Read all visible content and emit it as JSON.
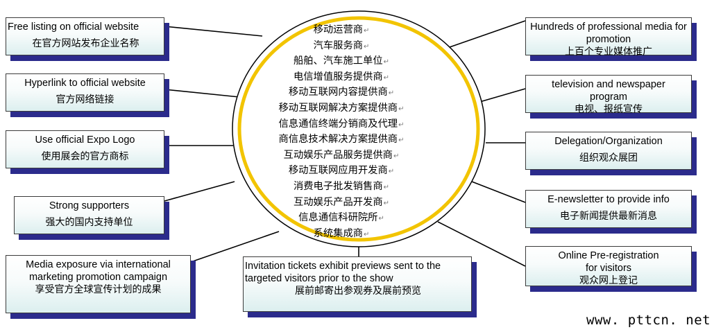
{
  "center": {
    "items": [
      "移动运营商",
      "汽车服务商",
      "船舶、汽车施工单位",
      "电信增值服务提供商",
      "移动互联网内容提供商",
      "移动互联网解决方案提供商",
      "信息通信终端分销商及代理",
      "商信息技术解决方案提供商",
      "互动娱乐产品服务提供商",
      "移动互联网应用开发商",
      "消费电子批发销售商",
      "互动娱乐产品开发商",
      "信息通信科研院所",
      "系统集成商"
    ],
    "ring_color": "#f2c400"
  },
  "left_boxes": [
    {
      "en": "Free listing on official website",
      "cn": "在官方网站发布企业名称"
    },
    {
      "en": "Hyperlink to official website",
      "cn": "官方网络链接"
    },
    {
      "en": "Use official Expo Logo",
      "cn": "使用展会的官方商标"
    },
    {
      "en": "Strong supporters",
      "cn": "强大的国内支持单位"
    },
    {
      "en": "Media exposure via international marketing promotion campaign",
      "cn": "享受官方全球宣传计划的成果"
    }
  ],
  "bottom_box": {
    "en": "Invitation tickets exhibit previews sent to the targeted visitors prior to the show",
    "cn": "展前邮寄出参观券及展前预览"
  },
  "right_boxes": [
    {
      "en": "Hundreds of professional media for promotion",
      "cn": "上百个专业媒体推广"
    },
    {
      "en": "television and newspaper program",
      "cn": "电视、报纸宣传"
    },
    {
      "en": "Delegation/Organization",
      "cn": "组织观众展团"
    },
    {
      "en": "E-newsletter to provide info",
      "cn": "电子新闻提供最新消息"
    },
    {
      "en": "Online Pre-registration for visitors",
      "cn": "观众网上登记"
    }
  ],
  "watermark": "www. pttcn. net",
  "colors": {
    "shadow": "#2b2b8c",
    "ring": "#f2c400",
    "box_tint": "#dcefef"
  }
}
